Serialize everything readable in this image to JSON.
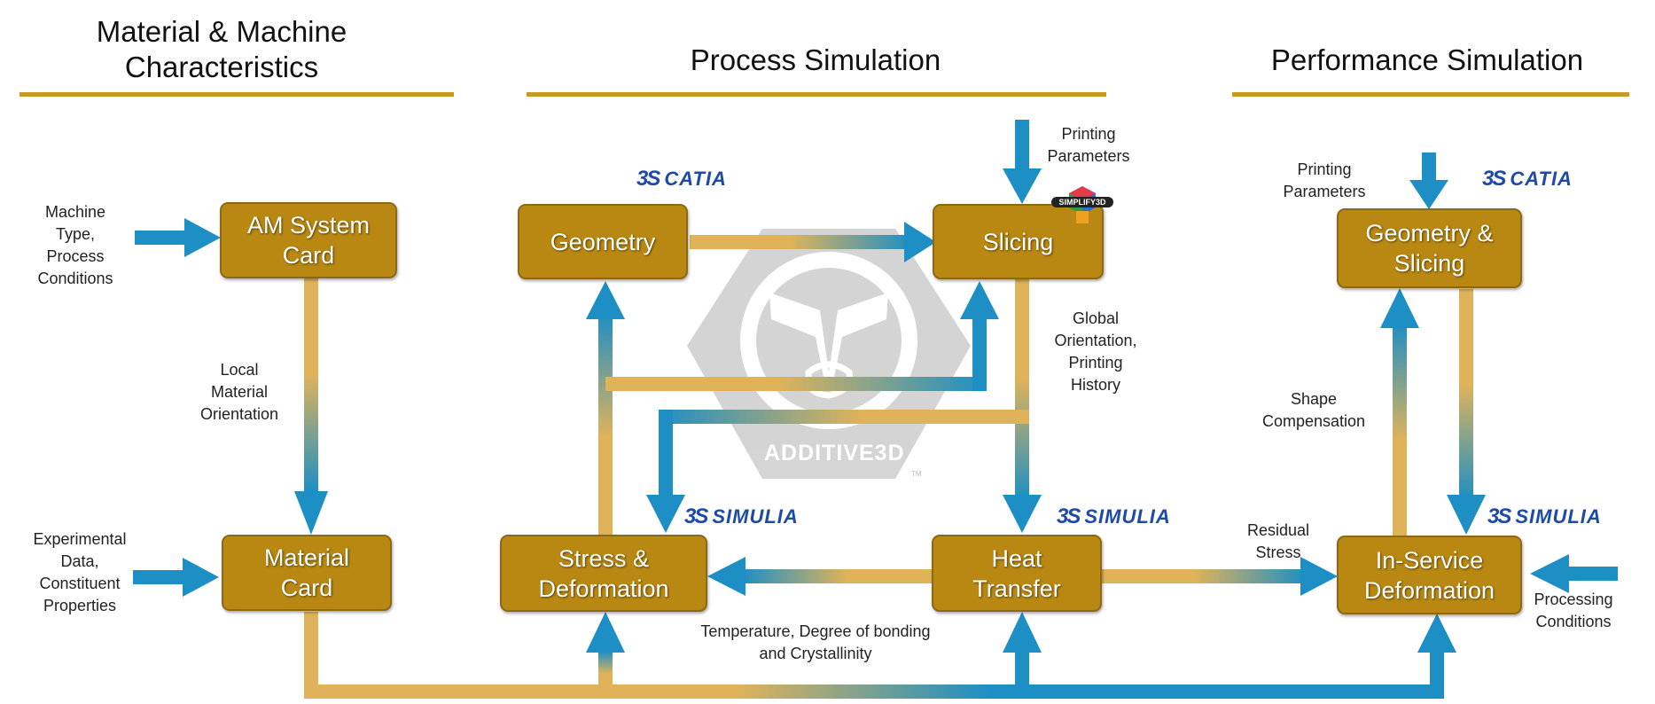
{
  "colors": {
    "arrow": "#1e8fc4",
    "connector": "#e0b35a",
    "box": "#b88812",
    "rule": "#c79a1f",
    "logo": "#1e4aa8"
  },
  "headers": {
    "material_machine": [
      "Material & Machine",
      "Characteristics"
    ],
    "process_simulation": "Process Simulation",
    "performance_simulation": "Performance Simulation"
  },
  "boxes": {
    "am_system_card": [
      "AM System",
      "Card"
    ],
    "material_card": [
      "Material",
      "Card"
    ],
    "geometry": [
      "Geometry"
    ],
    "slicing": [
      "Slicing"
    ],
    "stress_deformation": [
      "Stress &",
      "Deformation"
    ],
    "heat_transfer": [
      "Heat",
      "Transfer"
    ],
    "geometry_slicing": [
      "Geometry &",
      "Slicing"
    ],
    "in_service_deformation": [
      "In-Service",
      "Deformation"
    ]
  },
  "labels": {
    "machine_type": [
      "Machine",
      "Type,",
      "Process",
      "Conditions"
    ],
    "experimental": [
      "Experimental",
      "Data,",
      "Constituent",
      "Properties"
    ],
    "local_material": [
      "Local",
      "Material",
      "Orientation"
    ],
    "printing_params_1": [
      "Printing",
      "Parameters"
    ],
    "printing_params_2": [
      "Printing",
      "Parameters"
    ],
    "global_orientation": [
      "Global",
      "Orientation,",
      "Printing",
      "History"
    ],
    "shape_compensation": [
      "Shape",
      "Compensation"
    ],
    "residual_stress": [
      "Residual",
      "Stress"
    ],
    "temperature": [
      "Temperature, Degree of bonding",
      "and Crystallinity"
    ],
    "processing_conditions": [
      "Processing",
      "Conditions"
    ]
  },
  "logos": {
    "catia": "CATIA",
    "simulia": "SIMULIA",
    "ds_mark": "3S",
    "simplify3d": "SIMPLIFY3D"
  },
  "watermark": {
    "text": "ADDITIVE3D",
    "tm": "TM"
  }
}
